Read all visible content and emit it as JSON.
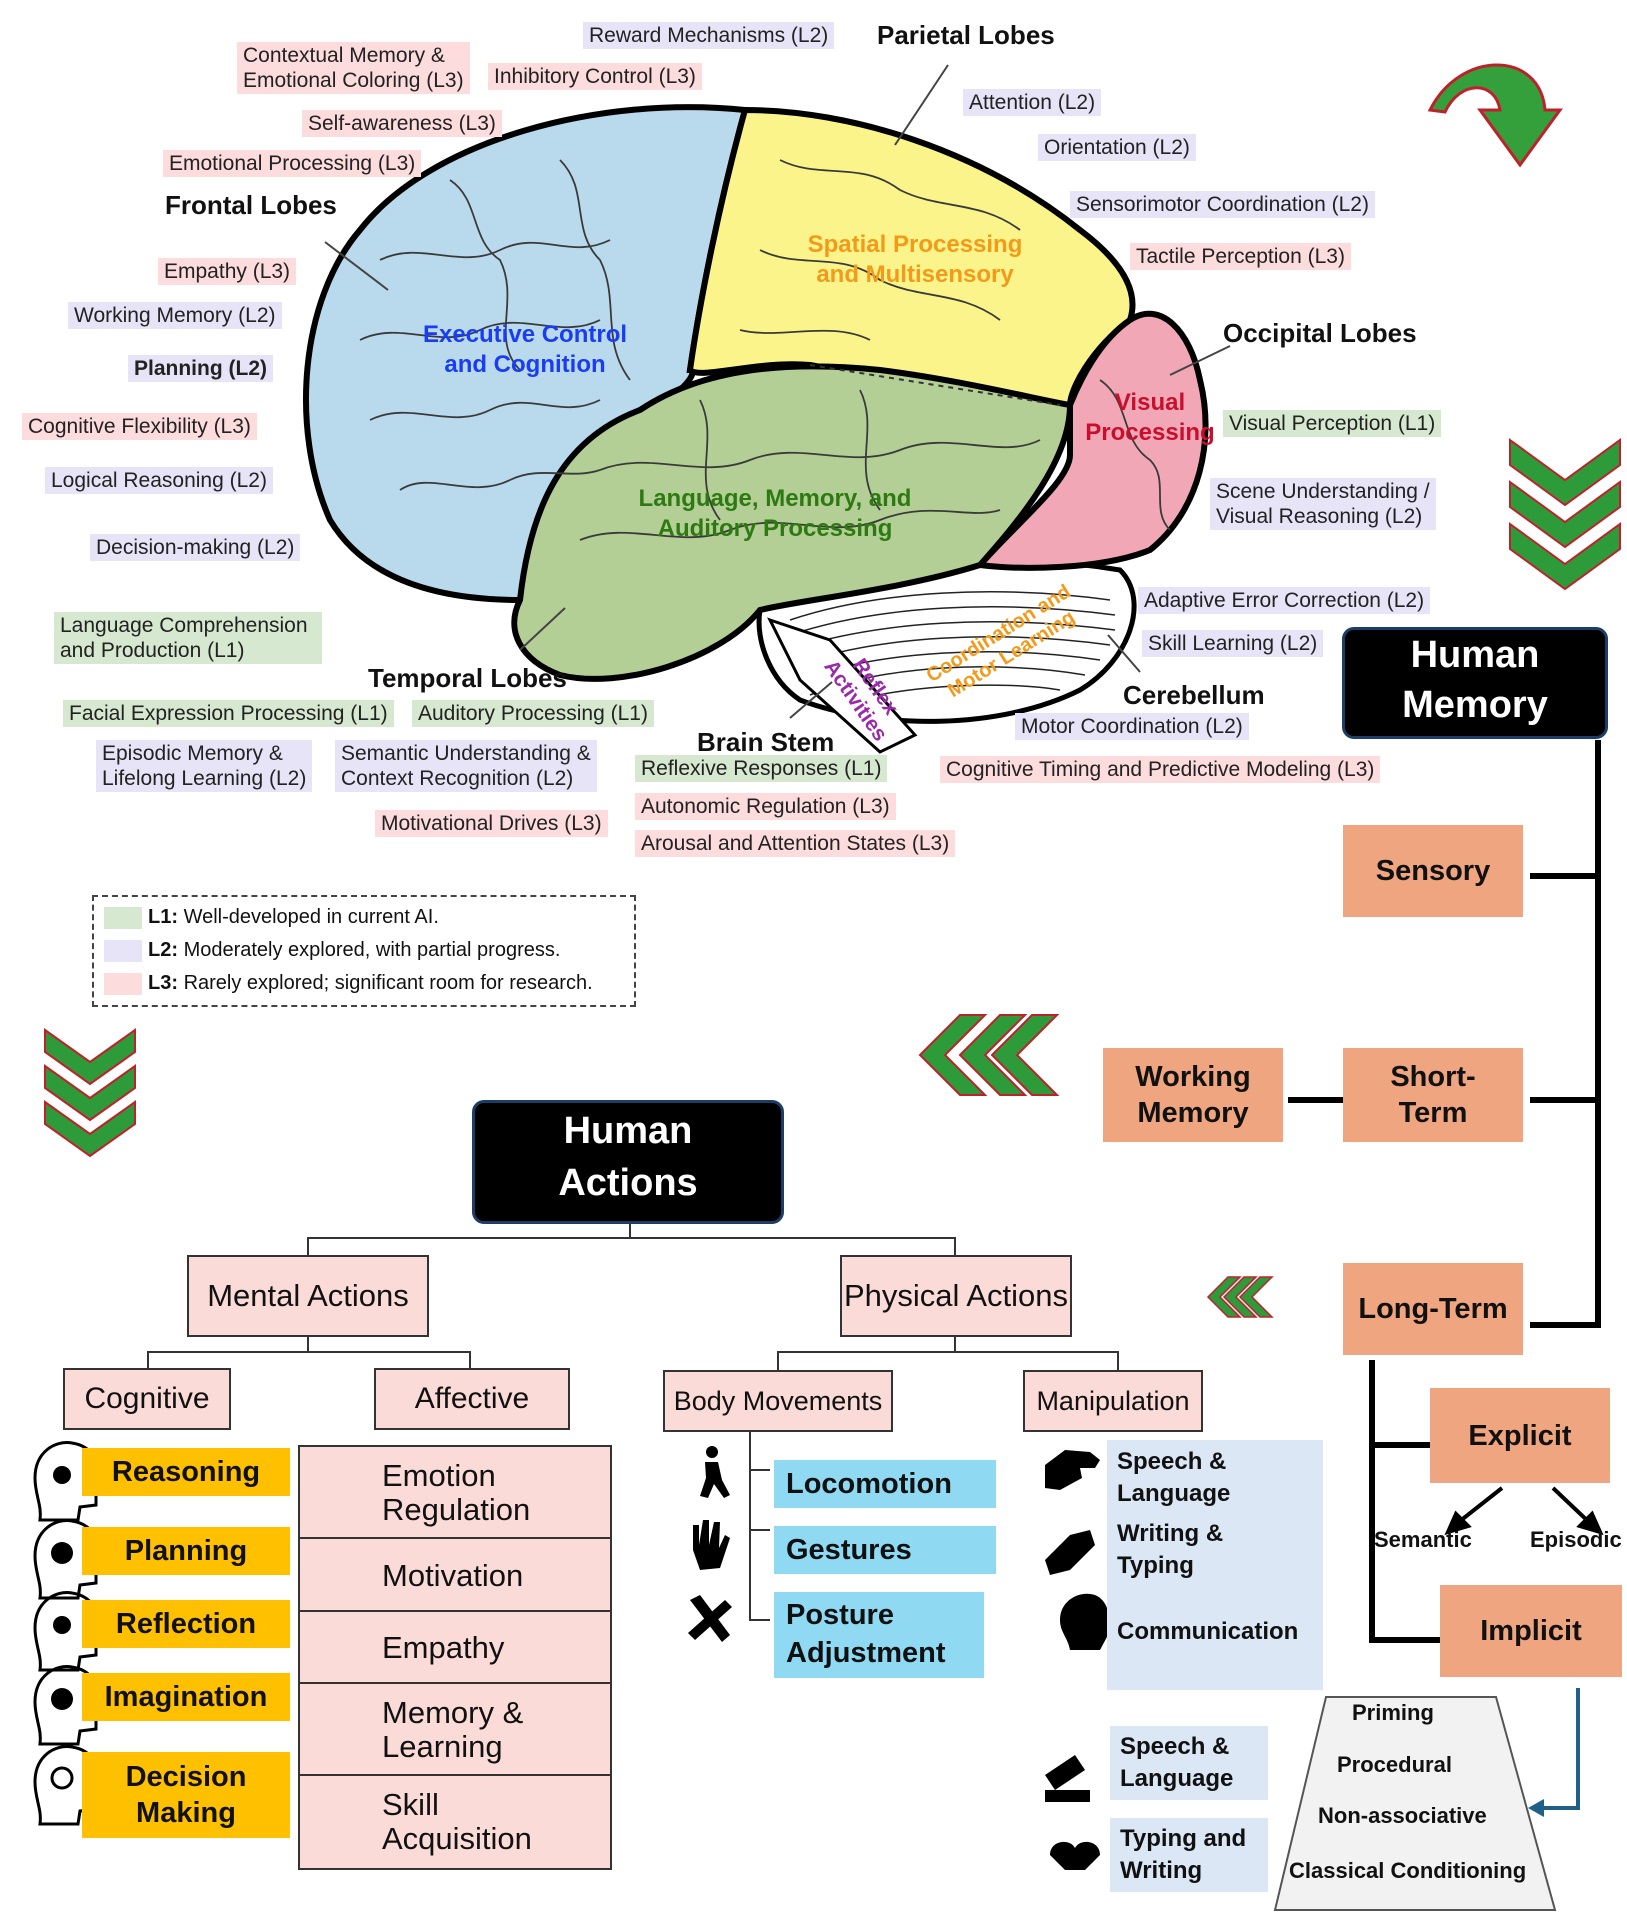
{
  "lobes": {
    "frontal": "Frontal Lobes",
    "parietal": "Parietal Lobes",
    "occipital": "Occipital Lobes",
    "temporal": "Temporal Lobes",
    "cerebellum": "Cerebellum",
    "brain_stem": "Brain Stem"
  },
  "regions": {
    "executive_1": "Executive Control",
    "executive_2": "and Cognition",
    "spatial_1": "Spatial Processing",
    "spatial_2": "and Multisensory",
    "visual_1": "Visual",
    "visual_2": "Processing",
    "language_1": "Language, Memory, and",
    "language_2": "Auditory Processing",
    "coordination_1": "Coordination and",
    "coordination_2": "Motor Learning",
    "reflex_1": "Reflex",
    "reflex_2": "Activities"
  },
  "labels": {
    "reward": "Reward Mechanisms (L2)",
    "contextual_1": "Contextual Memory &",
    "contextual_2": "Emotional Coloring (L3)",
    "inhibitory": "Inhibitory Control (L3)",
    "self_awareness": "Self-awareness (L3)",
    "emotional_processing": "Emotional Processing (L3)",
    "empathy": "Empathy (L3)",
    "working_memory": "Working Memory (L2)",
    "planning": "Planning (L2)",
    "cognitive_flexibility": "Cognitive Flexibility (L3)",
    "logical_reasoning": "Logical Reasoning (L2)",
    "decision_making": "Decision-making (L2)",
    "language_comp_1": "Language Comprehension",
    "language_comp_2": "and Production (L1)",
    "facial_expression": "Facial Expression Processing (L1)",
    "auditory_processing": "Auditory Processing (L1)",
    "episodic_1": "Episodic Memory &",
    "episodic_2": "Lifelong Learning (L2)",
    "semantic_1": "Semantic Understanding &",
    "semantic_2": "Context Recognition (L2)",
    "motivational_drives": "Motivational Drives (L3)",
    "reflexive": "Reflexive Responses (L1)",
    "autonomic": "Autonomic Regulation (L3)",
    "arousal": "Arousal and Attention States (L3)",
    "attention": "Attention (L2)",
    "orientation": "Orientation (L2)",
    "sensorimotor": "Sensorimotor Coordination (L2)",
    "tactile": "Tactile Perception (L3)",
    "visual_perception": "Visual Perception (L1)",
    "scene_1": "Scene Understanding /",
    "scene_2": "Visual Reasoning (L2)",
    "adaptive": "Adaptive Error Correction (L2)",
    "skill_learning": "Skill Learning (L2)",
    "motor_coordination": "Motor Coordination (L2)",
    "cognitive_timing": "Cognitive Timing and Predictive Modeling (L3)"
  },
  "legend": {
    "l1_key": "L1:",
    "l1_text": "Well-developed in current AI.",
    "l2_key": "L2:",
    "l2_text": "Moderately explored, with partial progress.",
    "l3_key": "L3:",
    "l3_text": "Rarely explored; significant room for research."
  },
  "memory": {
    "title_1": "Human",
    "title_2": "Memory",
    "sensory": "Sensory",
    "short_1": "Short-",
    "short_2": "Term",
    "working_1": "Working",
    "working_2": "Memory",
    "long_term": "Long-Term",
    "explicit": "Explicit",
    "semantic": "Semantic",
    "episodic": "Episodic",
    "implicit": "Implicit",
    "implicit_types": [
      "Priming",
      "Procedural",
      "Non-associative",
      "Classical Conditioning"
    ]
  },
  "actions": {
    "title_1": "Human",
    "title_2": "Actions",
    "mental": "Mental Actions",
    "physical": "Physical Actions",
    "cognitive": "Cognitive",
    "affective": "Affective",
    "body_movements": "Body Movements",
    "manipulation": "Manipulation",
    "cognitive_items": [
      "Reasoning",
      "Planning",
      "Reflection",
      "Imagination",
      "Decision Making"
    ],
    "affective_items": [
      "Emotion Regulation",
      "Motivation",
      "Empathy",
      "Memory & Learning",
      "Skill Acquisition"
    ],
    "body_items": [
      "Locomotion",
      "Gestures",
      "Posture Adjustment"
    ],
    "manipulation_items": [
      "Speech & Language",
      "Writing & Typing",
      "Communication"
    ],
    "extra_items": [
      "Speech & Language",
      "Typing and Writing"
    ]
  },
  "colors": {
    "frontal": "#b9d9ec",
    "parietal": "#fbf48a",
    "temporal": "#b3cf95",
    "occipital": "#f1a7b5",
    "orange_box": "#efa57f",
    "yellow_box": "#ffc000",
    "blue_box": "#8fd9f3",
    "pink_box": "#fadbd8",
    "chevron_green": "#2e9b3a",
    "chevron_red": "#c0202c"
  }
}
